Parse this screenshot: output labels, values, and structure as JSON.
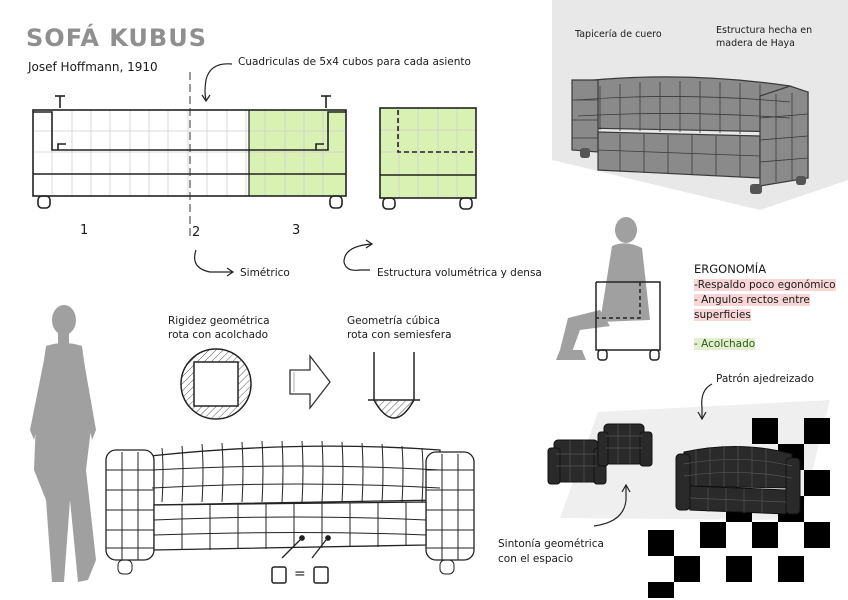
{
  "header": {
    "title": "SOFÁ KUBUS",
    "author": "Josef Hoffmann, 1910"
  },
  "annotations": {
    "grid_note": "Cuadriculas de 5x4 cubos para cada asiento",
    "numbers": [
      "1",
      "2",
      "3"
    ],
    "symmetric": "Simétrico",
    "volumetric": "Estructura volumétrica y densa",
    "rigidity_line1": "Rigidez geométrica",
    "rigidity_line2": "rota con acolchado",
    "cubic_line1": "Geometría cúbica",
    "cubic_line2": "rota con semiesfera",
    "leather": "Tapicería de cuero",
    "structure_line1": "Estructura hecha en",
    "structure_line2": "madera de Haya",
    "checker_pattern": "Patrón ajedreizado",
    "syntony_line1": "Sintonía geométrica",
    "syntony_line2": "con el espacio",
    "equals": "="
  },
  "ergonomics": {
    "heading": "ERGONOMÍA",
    "items": [
      "-Respaldo poco egonómico",
      "- Angulos rectos entre",
      "superficies",
      "- Acolchado"
    ]
  },
  "colors": {
    "highlight_green": "#d9f2b4",
    "panel_gray": "#e8e8e8",
    "silhouette_gray": "#a0a0a0",
    "title_gray": "#8f8f8f",
    "highlight_pink": "#f9d6d6"
  }
}
